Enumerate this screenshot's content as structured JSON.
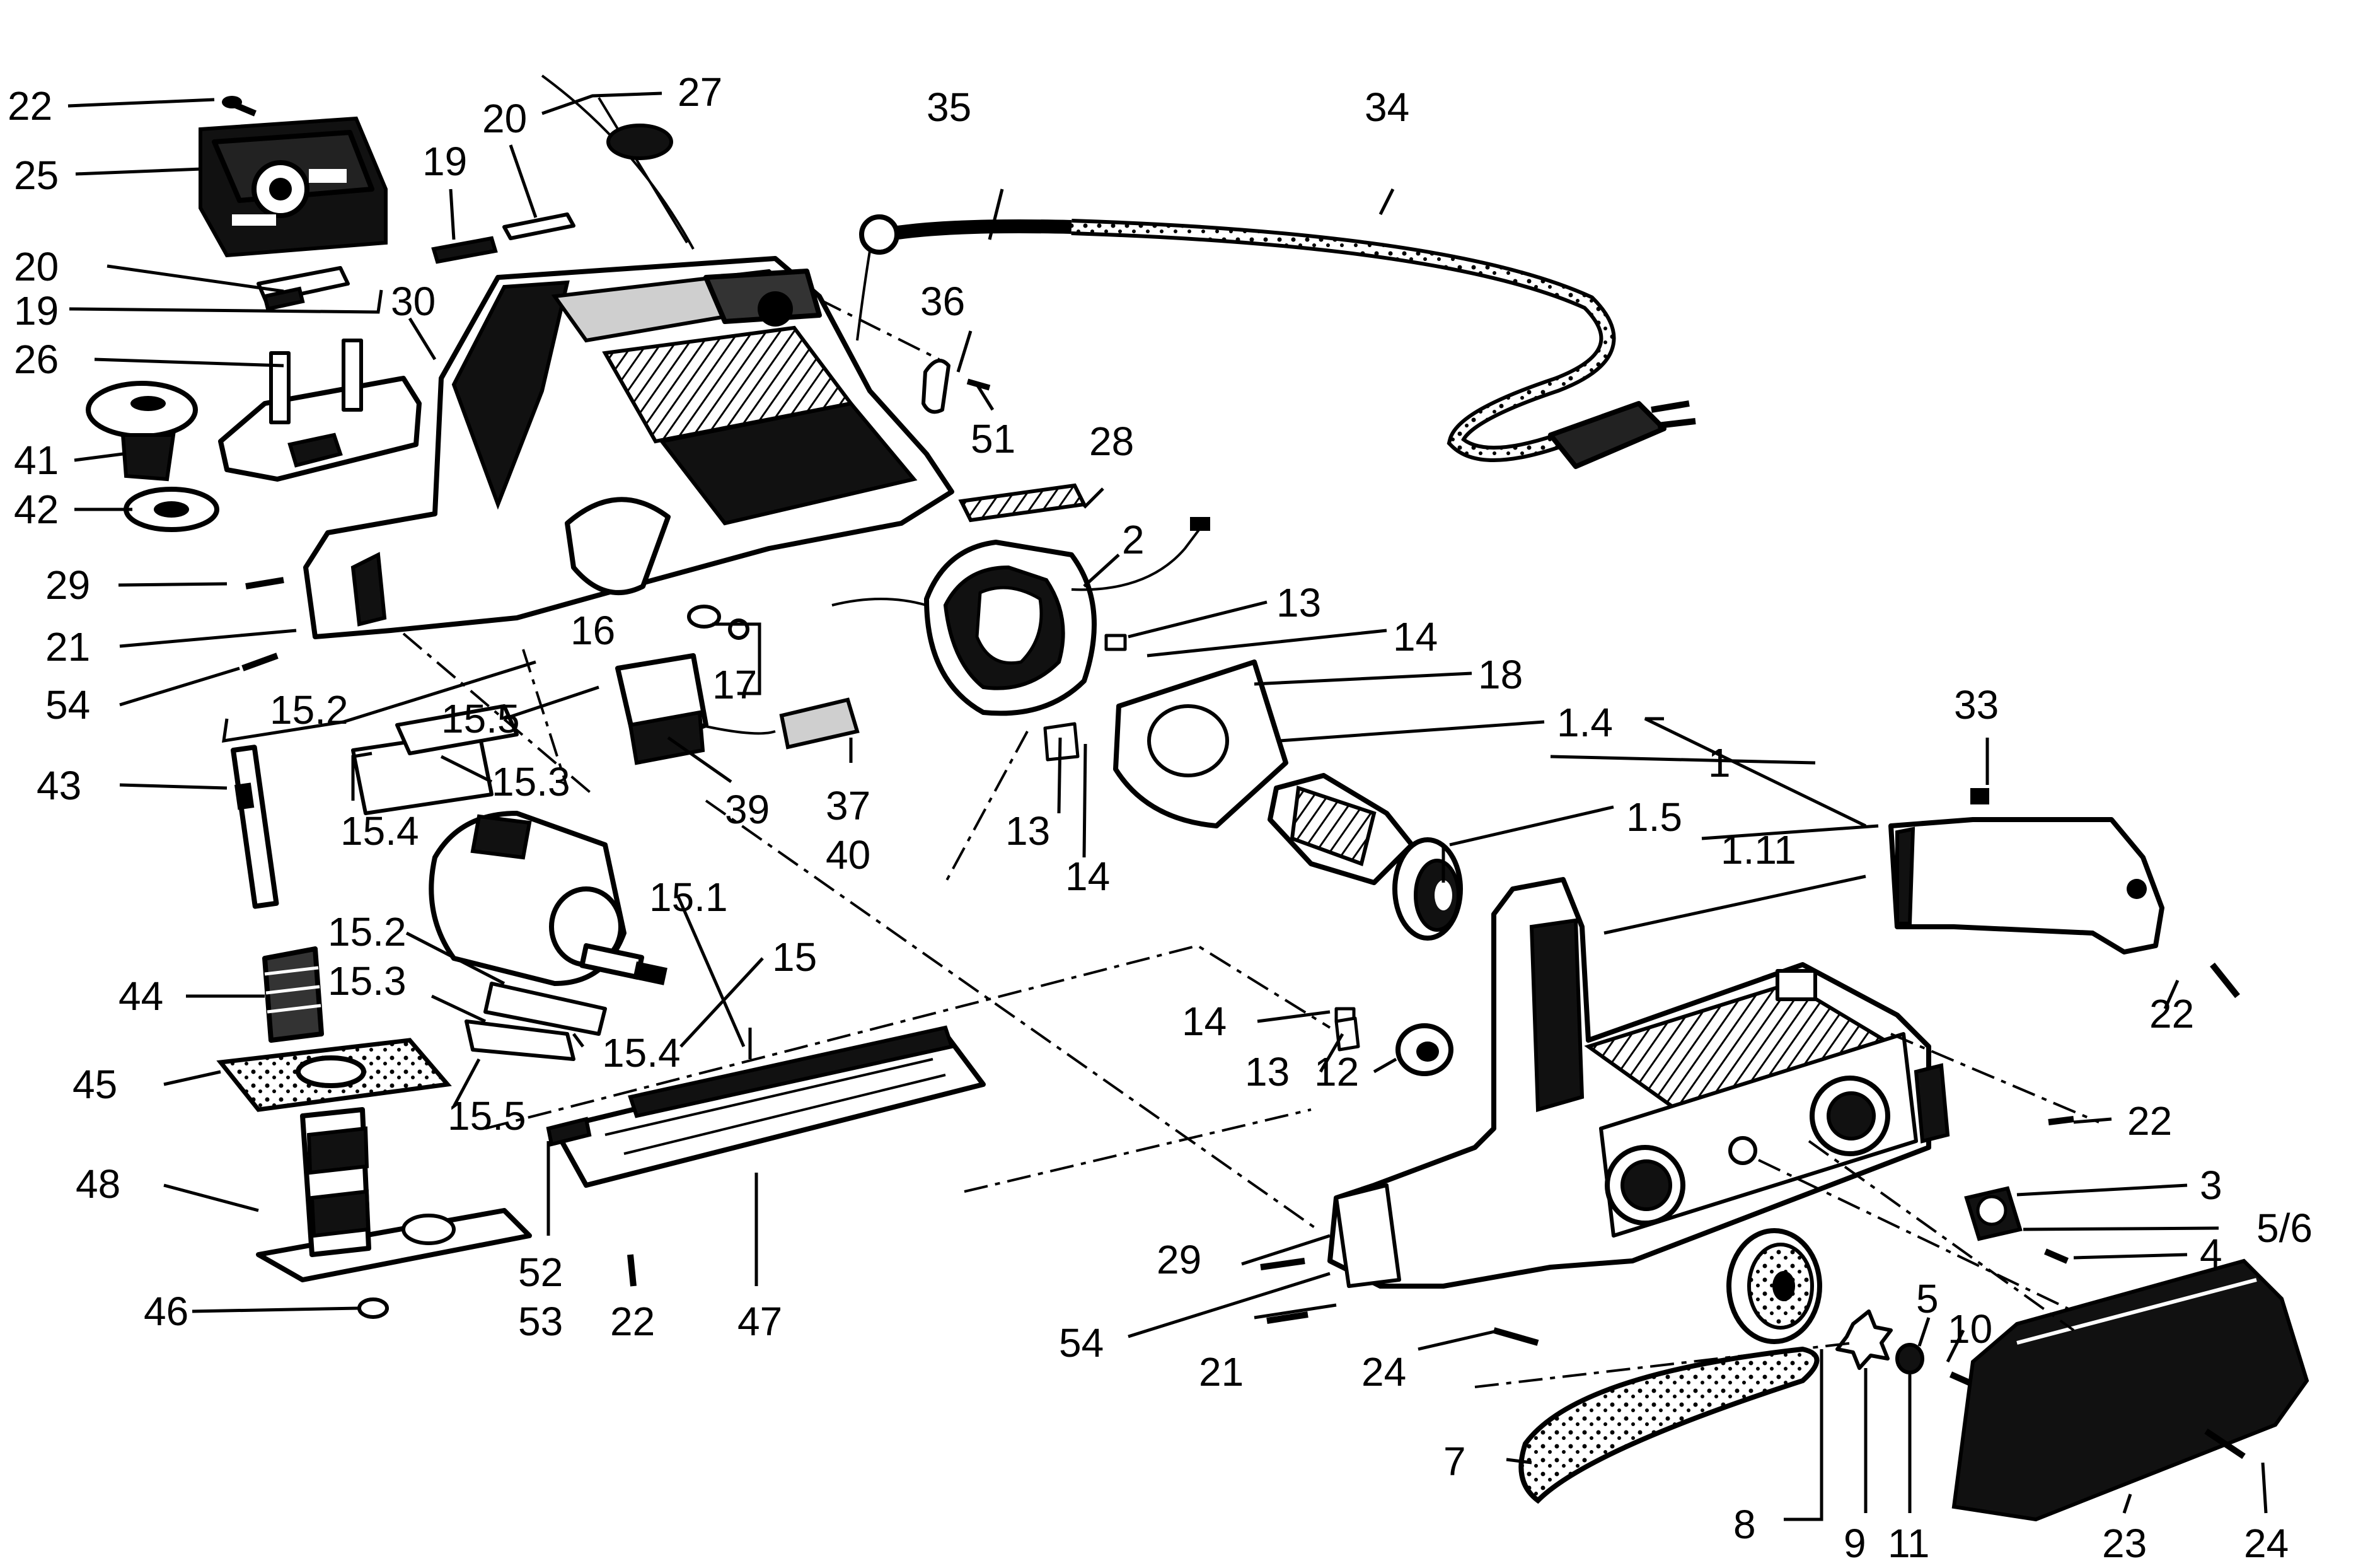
{
  "diagram": {
    "callouts": {
      "c22a": "22",
      "c25": "25",
      "c27": "27",
      "c20a": "20",
      "c19a": "19",
      "c20b": "20",
      "c19b": "19",
      "c30": "30",
      "c26": "26",
      "c41": "41",
      "c42": "42",
      "c29a": "29",
      "c21a": "21",
      "c54a": "54",
      "c43": "43",
      "c15_2a": "15.2",
      "c15_5a": "15.5",
      "c15_3a": "15.3",
      "c15_4a": "15.4",
      "c16": "16",
      "c17": "17",
      "c39": "39",
      "c37": "37",
      "c40": "40",
      "c35": "35",
      "c34": "34",
      "c36": "36",
      "c51": "51",
      "c28": "28",
      "c2": "2",
      "c13a": "13",
      "c14a": "14",
      "c18": "18",
      "c1_4": "1.4",
      "c1": "1",
      "c33": "33",
      "c13b": "13",
      "c14b": "14",
      "c1_5": "1.5",
      "c1_11": "1.11",
      "c15_1": "15.1",
      "c15": "15",
      "c15_2b": "15.2",
      "c15_3b": "15.3",
      "c44": "44",
      "c45": "45",
      "c15_4b": "15.4",
      "c15_5b": "15.5",
      "c48": "48",
      "c46": "46",
      "c52": "52",
      "c53": "53",
      "c22b": "22",
      "c47": "47",
      "c14c": "14",
      "c13c": "13",
      "c12": "12",
      "c22c": "22",
      "c22d": "22",
      "c3": "3",
      "c5_6": "5/6",
      "c4": "4",
      "c29b": "29",
      "c54b": "54",
      "c21b": "21",
      "c24a": "24",
      "c5": "5",
      "c10": "10",
      "c7": "7",
      "c8": "8",
      "c9": "9",
      "c11": "11",
      "c23": "23",
      "c24b": "24"
    }
  }
}
